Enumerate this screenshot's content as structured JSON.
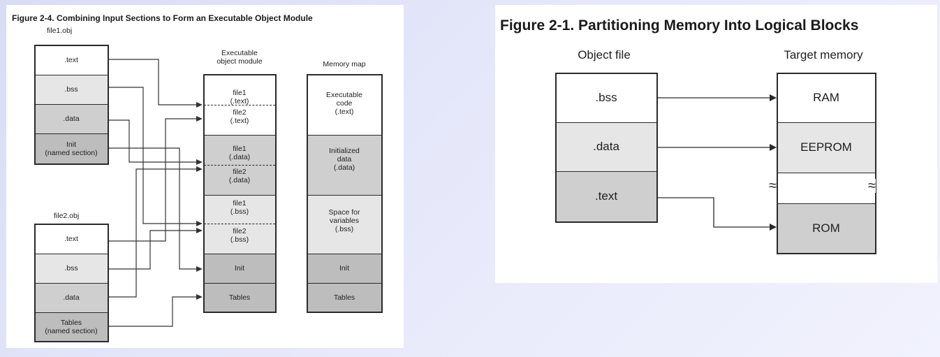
{
  "figure_left": {
    "title": "Figure 2-4. Combining Input Sections to Form an Executable Object Module",
    "file1": {
      "label": "file1.obj",
      "sections": [
        ".text",
        ".bss",
        ".data",
        "Init\n(named section)"
      ]
    },
    "file2": {
      "label": "file2.obj",
      "sections": [
        ".text",
        ".bss",
        ".data",
        "Tables\n(named section)"
      ]
    },
    "exec_module": {
      "header": "Executable\nobject module",
      "cells": [
        "file1\n(.text)",
        "file2\n(.text)",
        "file1\n(.data)",
        "file2\n(.data)",
        "file1\n(.bss)",
        "file2\n(.bss)",
        "Init",
        "Tables"
      ]
    },
    "memory_map": {
      "header": "Memory map",
      "cells": [
        "Executable\ncode\n(.text)",
        "Initialized\ndata\n(.data)",
        "Space for\nvariables\n(.bss)",
        "Init",
        "Tables"
      ]
    }
  },
  "figure_right": {
    "title": "Figure 2-1. Partitioning Memory Into Logical Blocks",
    "object_file": {
      "header": "Object file",
      "sections": [
        ".bss",
        ".data",
        ".text"
      ]
    },
    "target_memory": {
      "header": "Target memory",
      "blocks": [
        "RAM",
        "EEPROM",
        "ROM"
      ],
      "break_symbol": "≈"
    }
  }
}
